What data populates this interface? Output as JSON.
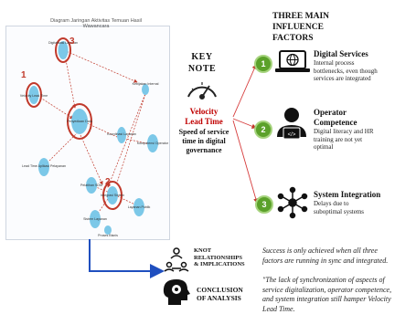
{
  "network": {
    "title": "Diagram Jaringan Aktivitas Temuan Hasil Wawancara",
    "markers": [
      "1",
      "2",
      "3"
    ],
    "nodes": [
      {
        "id": "n1",
        "label": "Digitalisasi Layanan"
      },
      {
        "id": "n2",
        "label": "Velocity Lead Time"
      },
      {
        "id": "n3",
        "label": "Penyediaan Data"
      },
      {
        "id": "n4",
        "label": "Lead Time Aplikasi Pelayanan"
      },
      {
        "id": "n5",
        "label": "Koordinasi Layanan"
      },
      {
        "id": "n6",
        "label": "Kebijakan Internal"
      },
      {
        "id": "n7",
        "label": "Kompetensi Operator"
      },
      {
        "id": "n8",
        "label": "Pelatihan SDM"
      },
      {
        "id": "n9",
        "label": "Integrasi Sistem"
      },
      {
        "id": "n10",
        "label": "Layanan Publik"
      },
      {
        "id": "n11",
        "label": "Sistem Layanan"
      },
      {
        "id": "n12",
        "label": "Proses Bisnis"
      }
    ]
  },
  "key_note": {
    "title_line1": "KEY",
    "title_line2": "NOTE",
    "velocity_line1": "Velocity",
    "velocity_line2": "Lead Time",
    "sub_line1": "Speed of service",
    "sub_line2": "time in digital",
    "sub_line3": "governance"
  },
  "factors": {
    "title_line1": "THREE MAIN",
    "title_line2": "INFLUENCE",
    "title_line3": "FACTORS",
    "items": [
      {
        "number": "1",
        "title": "Digital Services",
        "title_line2": "",
        "desc_line1": "Internal process",
        "desc_line2": "bottlenecks, even though",
        "desc_line3": "services are integrated",
        "icon": "laptop-globe-icon"
      },
      {
        "number": "2",
        "title": "Operator",
        "title_line2": "Competence",
        "desc_line1": "Digital literacy and HR",
        "desc_line2": "training are not yet",
        "desc_line3": "optimal",
        "icon": "operator-icon"
      },
      {
        "number": "3",
        "title": "System Integration",
        "title_line2": "",
        "desc_line1": "Delays due to",
        "desc_line2": "suboptimal systems",
        "desc_line3": "",
        "icon": "network-hub-icon"
      }
    ]
  },
  "bottom": {
    "knot_line1": "KNOT",
    "knot_line2": "RELATIONSHIPS",
    "knot_line3": "& IMPLICATIONS",
    "conclusion_line1": "CONCLUSION",
    "conclusion_line2": "OF ANALYSIS",
    "quote1_line1": "Success is only achieved when all three",
    "quote1_line2": "factors are running in sync and integrated.",
    "quote2_line1": "\"The lack of synchronization of aspects of",
    "quote2_line2": "service digitalization, operator competence,",
    "quote2_line3": "and system integration still hamper Velocity",
    "quote2_line4": "Lead Time."
  },
  "colors": {
    "node": "#7cc8e8",
    "highlight": "#c0392b",
    "badge": "#5ba12a",
    "velocity": "#c00000",
    "flow_arrow": "#1f4fbf"
  }
}
